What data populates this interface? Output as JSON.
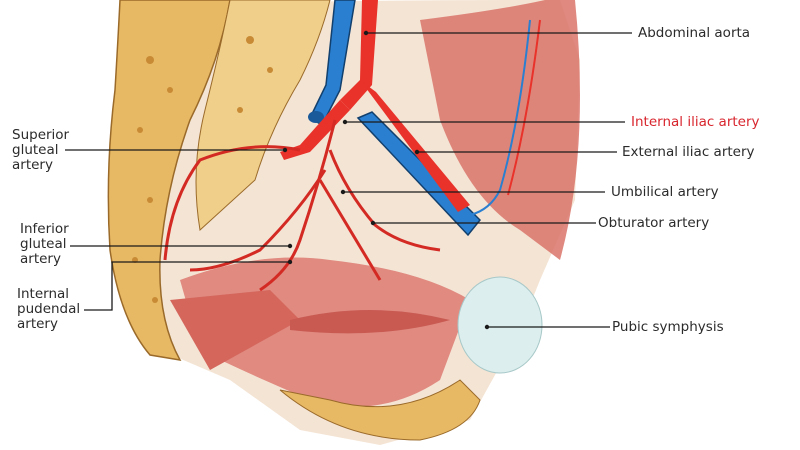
{
  "diagram": {
    "subject": "Pelvic arteries (sagittal view)",
    "colors": {
      "artery": "#e8322a",
      "vein": "#2a7fd0",
      "bone": "#e8b964",
      "muscle": "#d9746a",
      "cartilage": "#dceeee",
      "label_text": "#2b2b2b",
      "highlight_label": "#d8262e",
      "leader_line": "#1a1a1a"
    },
    "labels": [
      {
        "id": "abdominal-aorta",
        "text": "Abdominal aorta",
        "side": "right",
        "highlighted": false
      },
      {
        "id": "internal-iliac-artery",
        "text": "Internal iliac artery",
        "side": "right",
        "highlighted": true
      },
      {
        "id": "external-iliac-artery",
        "text": "External iliac artery",
        "side": "right",
        "highlighted": false
      },
      {
        "id": "umbilical-artery",
        "text": "Umbilical artery",
        "side": "right",
        "highlighted": false
      },
      {
        "id": "obturator-artery",
        "text": "Obturator artery",
        "side": "right",
        "highlighted": false
      },
      {
        "id": "pubic-symphysis",
        "text": "Pubic symphysis",
        "side": "right",
        "highlighted": false
      },
      {
        "id": "superior-gluteal-artery",
        "text": "Superior gluteal artery",
        "side": "left",
        "highlighted": false
      },
      {
        "id": "inferior-gluteal-artery",
        "text": "Inferior gluteal artery",
        "side": "left",
        "highlighted": false
      },
      {
        "id": "internal-pudendal-artery",
        "text": "Internal pudendal artery",
        "side": "left",
        "highlighted": false
      }
    ]
  }
}
